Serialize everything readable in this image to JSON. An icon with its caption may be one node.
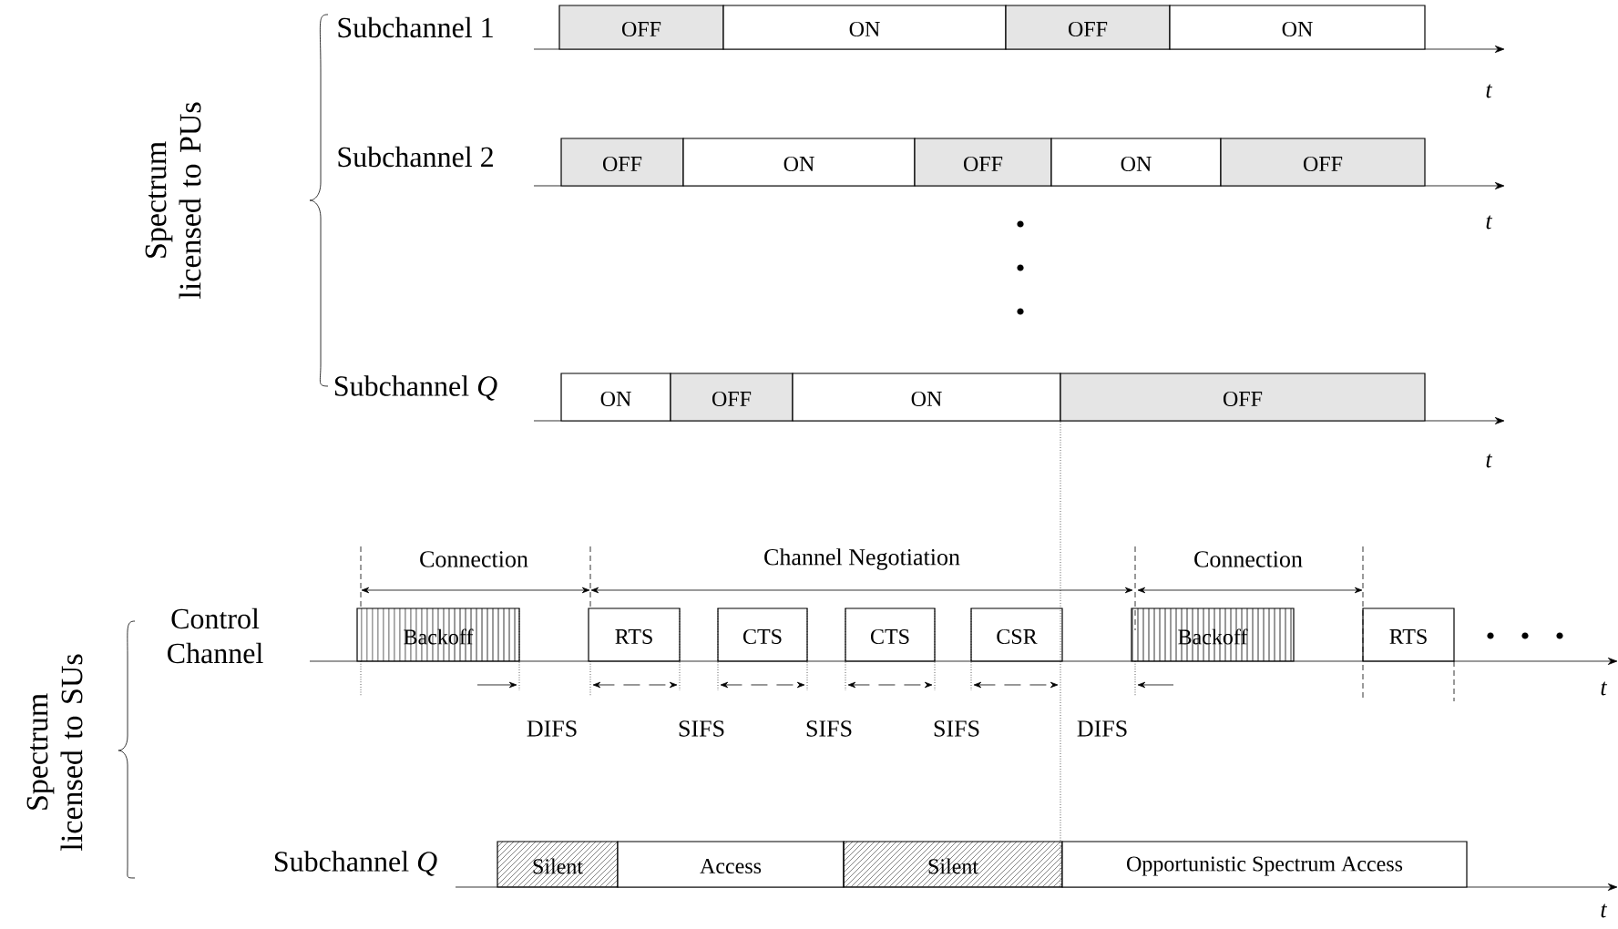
{
  "diagram": {
    "nodes": [
      {
        "text": [
          "OFF"
        ]
      },
      {
        "text": [
          "ON"
        ]
      },
      {
        "text": [
          "OFF"
        ]
      },
      {
        "text": [
          "ON"
        ]
      },
      {
        "text": [
          "OFF"
        ]
      },
      {
        "text": [
          "ON"
        ]
      },
      {
        "text": [
          "OFF"
        ]
      },
      {
        "text": [
          "ON"
        ]
      },
      {
        "text": [
          "OFF"
        ]
      },
      {
        "text": [
          "ON"
        ]
      },
      {
        "text": [
          "OFF"
        ]
      },
      {
        "text": [
          "ON"
        ]
      },
      {
        "text": [
          "OFF"
        ]
      },
      {
        "text": [
          "Backoff"
        ]
      },
      {
        "text": [
          "RTS"
        ]
      },
      {
        "text": [
          "CTS"
        ]
      },
      {
        "text": [
          "CTS"
        ]
      },
      {
        "text": [
          "CSR"
        ]
      },
      {
        "text": [
          "Backoff"
        ]
      },
      {
        "text": [
          "RTS"
        ]
      },
      {
        "text": [
          "Silent"
        ]
      },
      {
        "text": [
          "Access"
        ]
      },
      {
        "text": [
          "Silent"
        ]
      },
      {
        "text": [
          "Opportunistic Spectrum Access"
        ]
      }
    ],
    "labels": [
      "Spectrum licensed to PUs",
      "Subchannel 1",
      "t",
      "Subchannel 2",
      "t",
      "Subchannel *Q*",
      "t",
      "Connection",
      "Channel Negotiation",
      "Connection",
      "Spectrum licensed to SUs",
      "Control Channel",
      "t",
      "DIFS",
      "SIFS",
      "SIFS",
      "SIFS",
      "DIFS",
      "Subchannel *Q*",
      "t"
    ]
  }
}
